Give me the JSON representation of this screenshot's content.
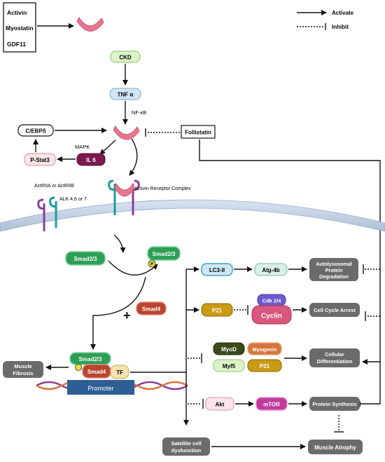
{
  "ligand_box": {
    "line1": "Activin",
    "line2": "Myostatin",
    "line3": "GDF11"
  },
  "legend": {
    "activate": "Activate",
    "inhibit": "Inhibit"
  },
  "nodes": {
    "ckd": "CKD",
    "tnf": "TNF α",
    "nfkb": "NF-κB",
    "cebp": "C/EBPδ",
    "follistatin": "Follistatin",
    "mapk": "MAPK",
    "pstat3": "P-Stat3",
    "il6": "IL 6",
    "actr2": "ActRIIA or ActRIIB",
    "alk": "ALK 4,6 or 7",
    "receptor_complex": "Activin Receptor Complex",
    "smad23_a": "Smad2/3",
    "smad23_b": "Smad2/3",
    "p_label": "P",
    "plus": "+",
    "smad4": "Smad4",
    "smad23_c": "Smad2/3",
    "smad4_b": "Smad4",
    "tf": "TF",
    "promoter": "Promoter",
    "muscle_fibrosis_1": "Muscle",
    "muscle_fibrosis_2": "Fibrosis",
    "lc3": "LC3-II",
    "atg4b": "Atg-4b",
    "autolys_1": "Autolysosomal",
    "autolys_2": "Protein",
    "autolys_3": "Degradation",
    "cdk": "Cdk 2/4",
    "p21": "P21",
    "cyclin": "Cyclin",
    "cell_cycle_arrest": "Cell Cycle Arrest",
    "myod": "MyoD",
    "myogenin": "Myogenin",
    "myf5": "Myf5",
    "p21_b": "P21",
    "cell_diff_1": "Cellular",
    "cell_diff_2": "Differentiation",
    "akt": "Akt",
    "mtor": "mTOR",
    "protein_synthesis": "Protein Synthesis",
    "satellite_1": "Satellite cell",
    "satellite_2": "dysfunction",
    "muscle_atrophy": "Muscle Atrophy"
  },
  "colors": {
    "ligand": "#e8758e",
    "green_node": "#d9f2c4",
    "blue_node": "#d1e6f5",
    "dark_magenta": "#7a1a4f",
    "smad_green": "#2e9e56",
    "smad4_red": "#b8452f",
    "gray_outcome": "#6b6b6b",
    "membrane": "#c9d7e8",
    "promoter": "#2d5f95",
    "gold": "#c99a14",
    "cyclin_pink": "#d9577c",
    "cdk_purple": "#6a5acd"
  }
}
